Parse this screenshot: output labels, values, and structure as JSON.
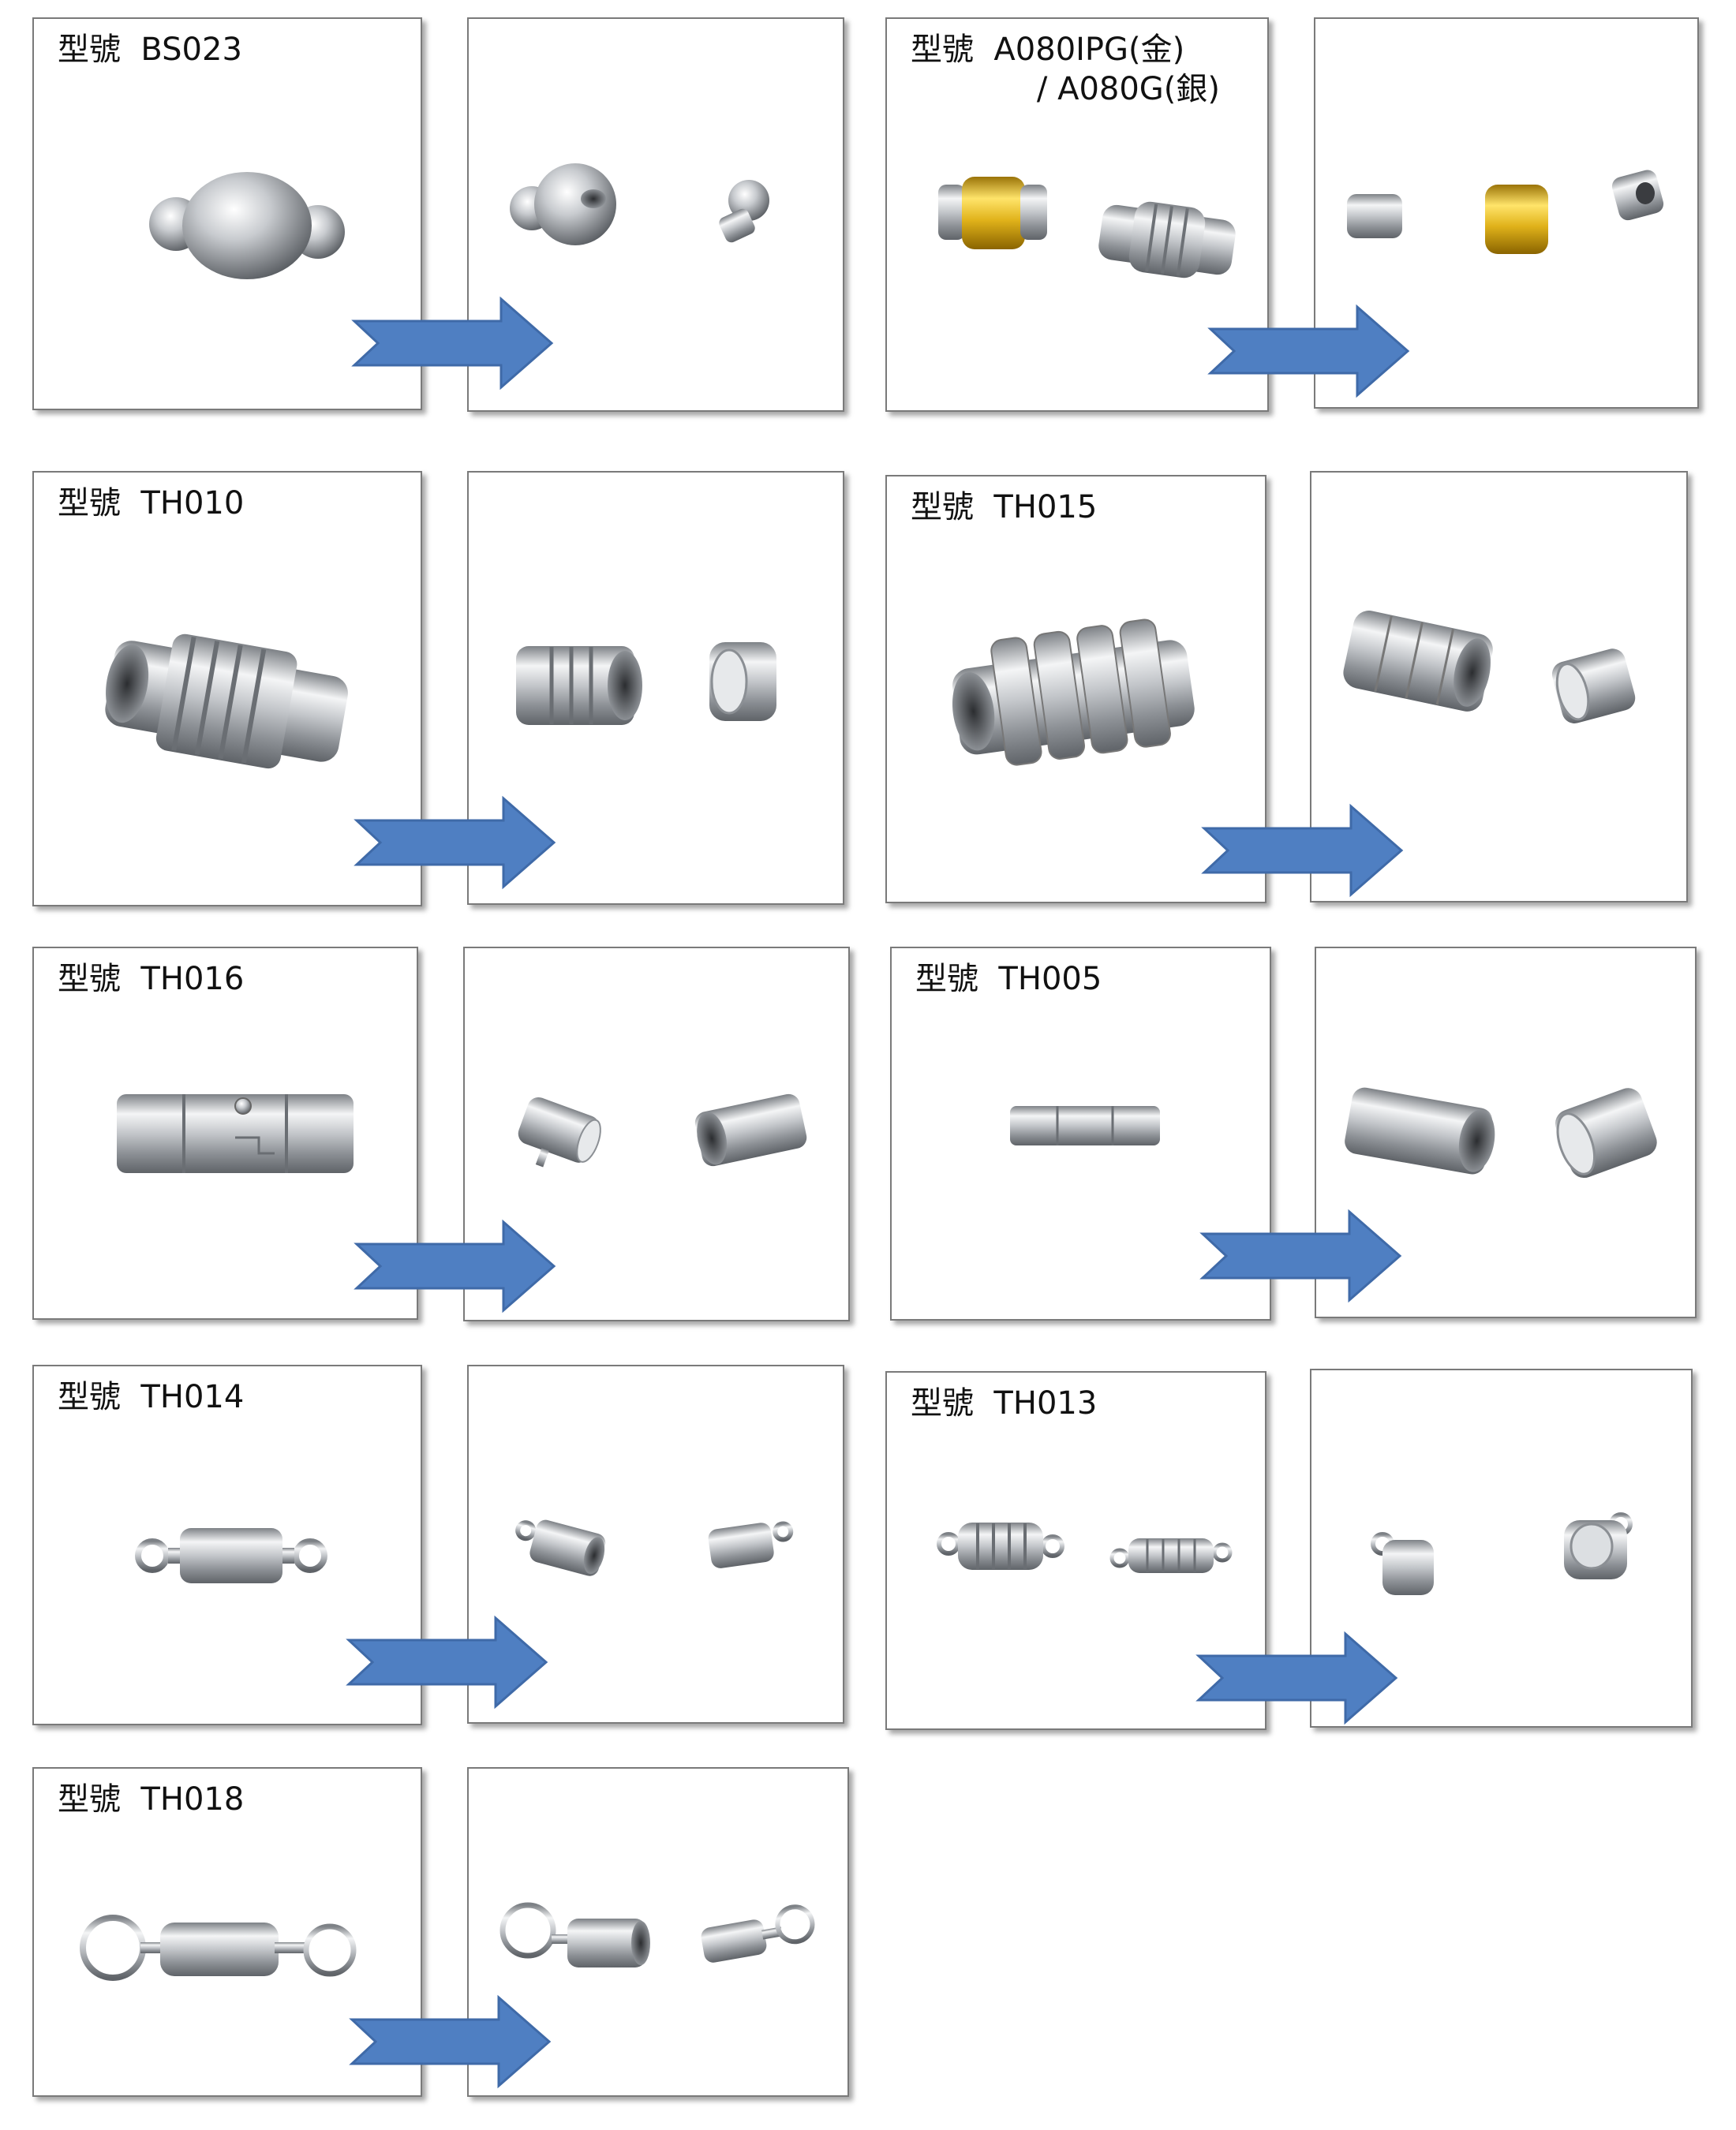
{
  "colors": {
    "arrow": "#4f7fc2",
    "arrow_edge": "#3f6aa8",
    "metal": "#c9ccd0",
    "gold": "#e0b21a"
  },
  "products": [
    {
      "label": "型號  BS023"
    },
    {
      "label": "型號  A080IPG(金)",
      "label_line2": "/ A080G(銀)"
    },
    {
      "label": "型號  TH010"
    },
    {
      "label": "型號  TH015"
    },
    {
      "label": "型號  TH016"
    },
    {
      "label": "型號  TH005"
    },
    {
      "label": "型號  TH014"
    },
    {
      "label": "型號  TH013"
    },
    {
      "label": "型號  TH018"
    }
  ]
}
